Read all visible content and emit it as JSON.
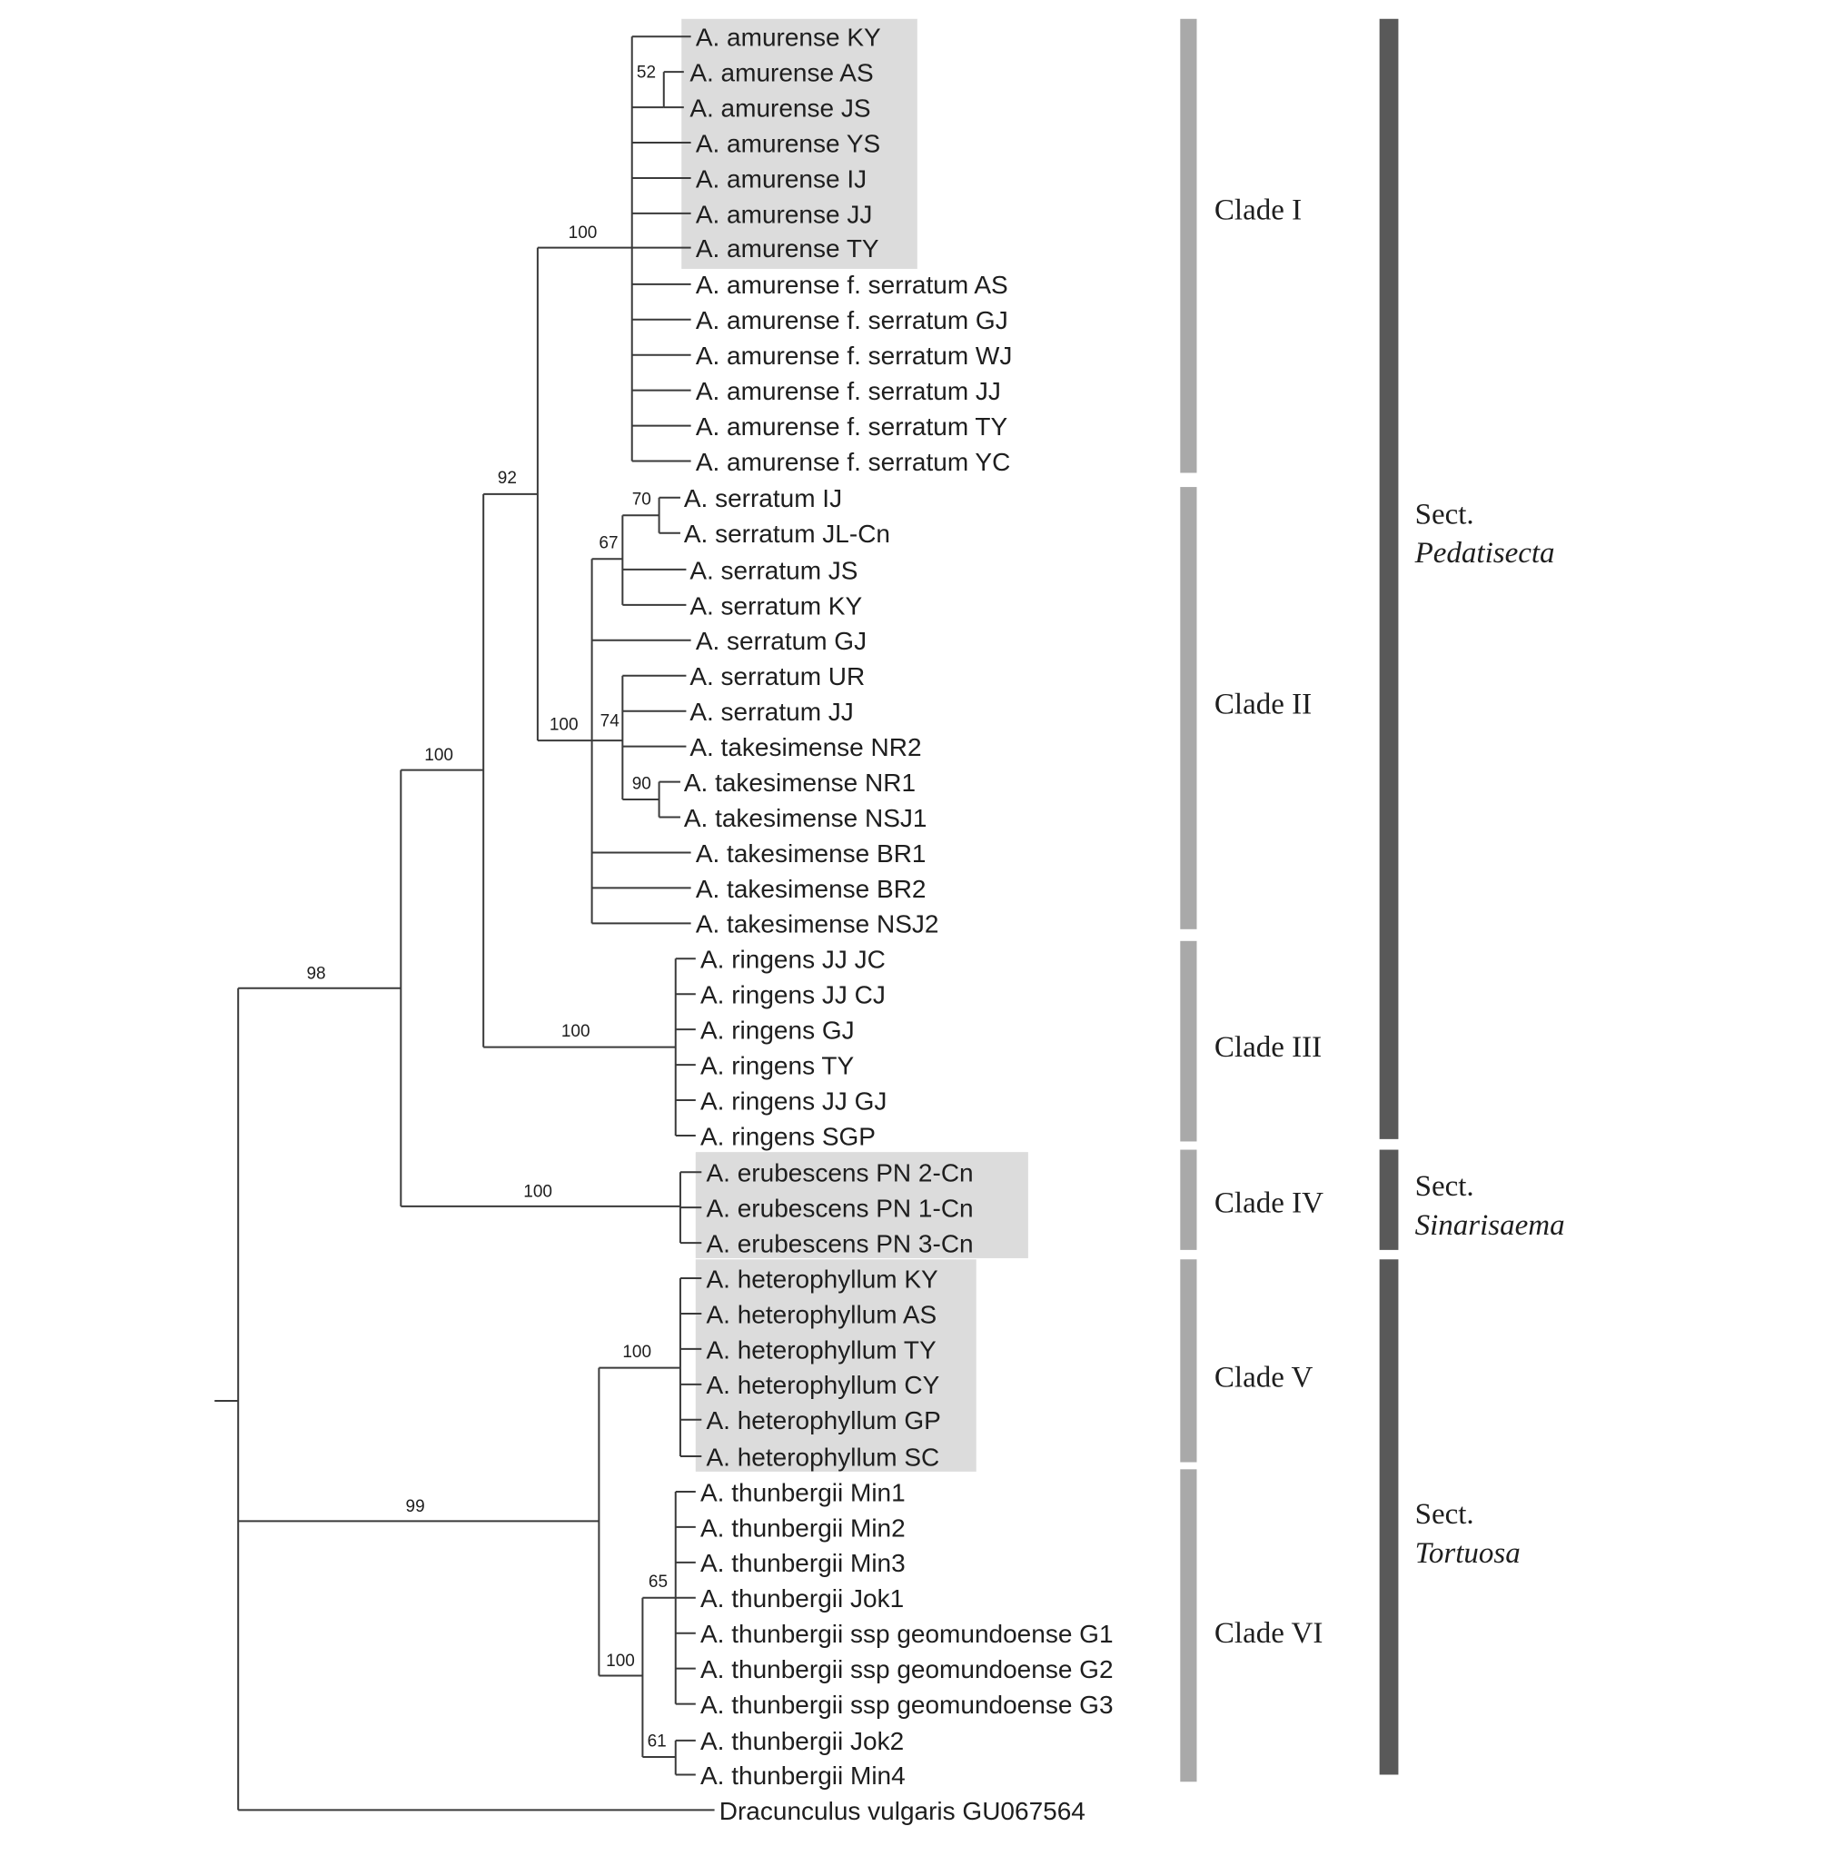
{
  "taxa": [
    "A. amurense KY",
    "A. amurense AS",
    "A. amurense JS",
    "A. amurense YS",
    "A. amurense IJ",
    "A. amurense JJ",
    "A. amurense TY",
    "A. amurense f. serratum AS",
    "A. amurense f. serratum GJ",
    "A. amurense f. serratum WJ",
    "A. amurense f. serratum JJ",
    "A. amurense f. serratum TY",
    "A. amurense f. serratum YC",
    "A. serratum IJ",
    "A. serratum JL-Cn",
    "A. serratum JS",
    "A. serratum KY",
    "A. serratum GJ",
    "A. serratum UR",
    "A. serratum JJ",
    "A. takesimense NR2",
    "A. takesimense NR1",
    "A. takesimense NSJ1",
    "A. takesimense BR1",
    "A. takesimense BR2",
    "A. takesimense NSJ2",
    "A. ringens JJ JC",
    "A. ringens JJ CJ",
    "A. ringens GJ",
    "A. ringens TY",
    "A. ringens JJ GJ",
    "A. ringens SGP",
    "A. erubescens PN 2-Cn",
    "A. erubescens PN 1-Cn",
    "A. erubescens PN 3-Cn",
    "A. heterophyllum KY",
    "A. heterophyllum AS",
    "A. heterophyllum TY",
    "A. heterophyllum CY",
    "A. heterophyllum GP",
    "A. heterophyllum SC",
    "A. thunbergii Min1",
    "A. thunbergii Min2",
    "A. thunbergii Min3",
    "A. thunbergii Jok1",
    "A. thunbergii ssp geomundoense G1",
    "A. thunbergii ssp geomundoense G2",
    "A. thunbergii ssp geomundoense G3",
    "A. thunbergii Jok2",
    "A. thunbergii Min4",
    "Dracunculus vulgaris GU067564"
  ],
  "support_values": [
    "52",
    "100",
    "92",
    "70",
    "67",
    "100",
    "74",
    "90",
    "100",
    "100",
    "98",
    "100",
    "100",
    "99",
    "65",
    "100",
    "61"
  ],
  "clades": [
    "Clade I",
    "Clade II",
    "Clade III",
    "Clade IV",
    "Clade V",
    "Clade VI"
  ],
  "sections": [
    {
      "prefix": "Sect.",
      "name": "Pedatisecta"
    },
    {
      "prefix": "Sect.",
      "name": "Sinarisaema"
    },
    {
      "prefix": "Sect.",
      "name": "Tortuosa"
    }
  ],
  "colors": {
    "highlight": "#dcdcdc",
    "clade_bar": "#a9a9a9",
    "section_bar": "#595959",
    "branch": "#3a3a3a",
    "text": "#1e1e1e"
  }
}
